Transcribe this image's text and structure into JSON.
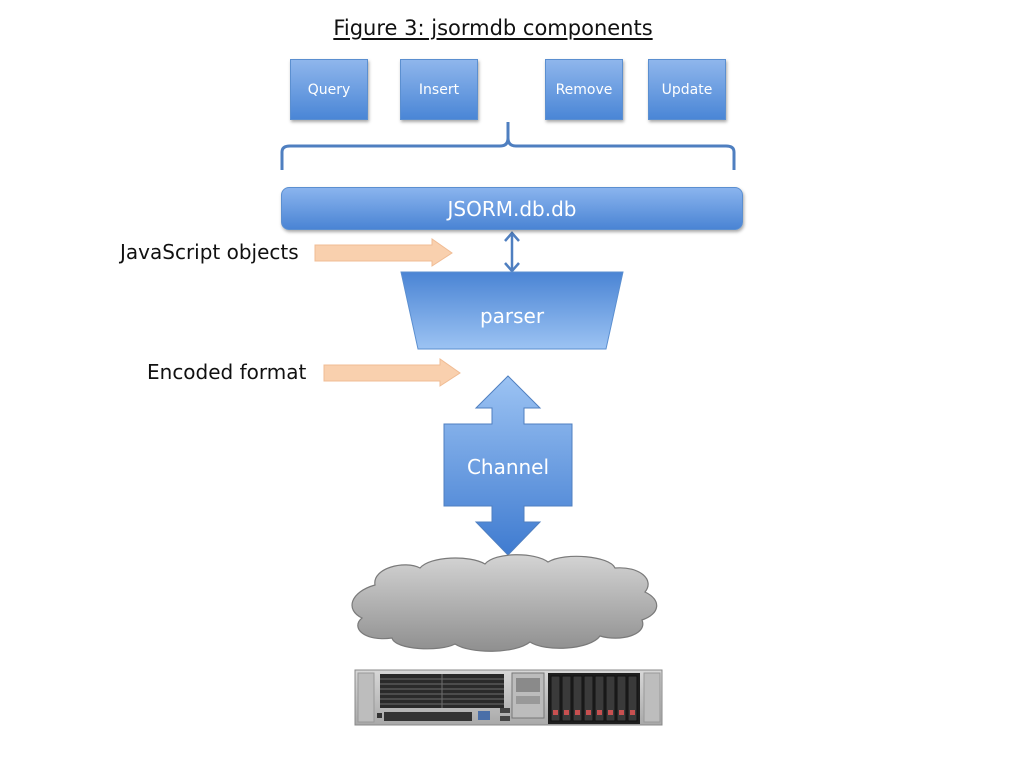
{
  "title": "Figure 3: jsormdb components",
  "operations": [
    {
      "label": "Query"
    },
    {
      "label": "Insert"
    },
    {
      "label": "Remove"
    },
    {
      "label": "Update"
    }
  ],
  "db_layer": {
    "label": "JSORM.db.db"
  },
  "parser": {
    "label": "parser"
  },
  "channel": {
    "label": "Channel"
  },
  "annotations": {
    "javascript_objects": "JavaScript objects",
    "encoded_format": "Encoded format"
  },
  "colors": {
    "box_top": "#8fb6ec",
    "box_bottom": "#4a86d6",
    "brace": "#4f7fc0",
    "annotation_arrow": "#f9d0ae",
    "cloud": "#a8a8a8"
  }
}
